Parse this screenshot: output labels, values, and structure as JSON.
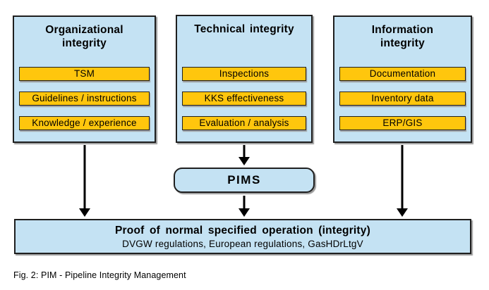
{
  "figure": {
    "columns": [
      {
        "title": "Organizational\nintegrity",
        "items": [
          "TSM",
          "Guidelines / instructions",
          "Knowledge / experience"
        ]
      },
      {
        "title": "Technical integrity",
        "items": [
          "Inspections",
          "KKS effectiveness",
          "Evaluation / analysis"
        ]
      },
      {
        "title": "Information\nintegrity",
        "items": [
          "Documentation",
          "Inventory data",
          "ERP/GIS"
        ]
      }
    ],
    "pims": {
      "label": "PIMS"
    },
    "proof": {
      "title": "Proof of normal specified operation (integrity)",
      "subtitle": "DVGW regulations, European regulations, GasHDrLtgV"
    },
    "caption": "Fig. 2: PIM - Pipeline Integrity Management",
    "colors": {
      "box_fill": "#c4e2f3",
      "item_fill": "#ffc60d",
      "box_border": "#1f1f1f",
      "arrow_color": "#000000",
      "shadow": "#9a9a9a"
    }
  }
}
